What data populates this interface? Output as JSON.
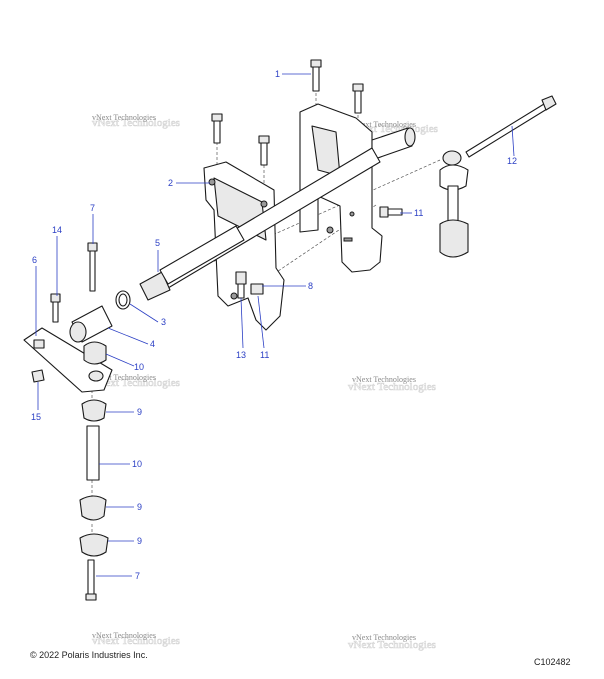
{
  "callouts": [
    {
      "id": "c1",
      "label": "1"
    },
    {
      "id": "c2",
      "label": "2"
    },
    {
      "id": "c3",
      "label": "3"
    },
    {
      "id": "c4",
      "label": "4"
    },
    {
      "id": "c5",
      "label": "5"
    },
    {
      "id": "c6",
      "label": "6"
    },
    {
      "id": "c7a",
      "label": "7"
    },
    {
      "id": "c7b",
      "label": "7"
    },
    {
      "id": "c8",
      "label": "8"
    },
    {
      "id": "c9a",
      "label": "9"
    },
    {
      "id": "c9b",
      "label": "9"
    },
    {
      "id": "c9c",
      "label": "9"
    },
    {
      "id": "c10a",
      "label": "10"
    },
    {
      "id": "c10b",
      "label": "10"
    },
    {
      "id": "c11a",
      "label": "11"
    },
    {
      "id": "c11b",
      "label": "11"
    },
    {
      "id": "c12",
      "label": "12"
    },
    {
      "id": "c13",
      "label": "13"
    },
    {
      "id": "c14",
      "label": "14"
    },
    {
      "id": "c15",
      "label": "15"
    }
  ],
  "watermark": {
    "text": "vNext Technologies"
  },
  "footer": {
    "copyright": "© 2022 Polaris Industries Inc.",
    "drawing_number": "C102482"
  },
  "colors": {
    "callout": "#2b3fc4",
    "line": "#1a1a1a"
  }
}
